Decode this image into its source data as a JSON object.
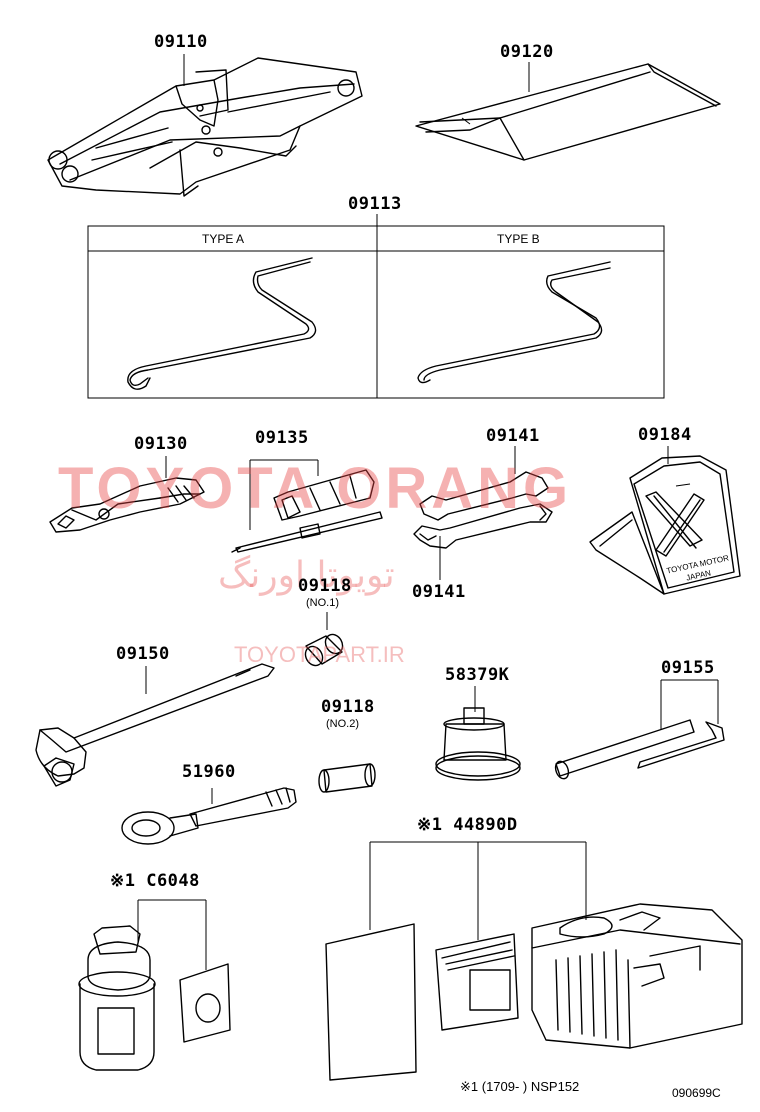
{
  "diagram": {
    "labels": {
      "p09110": "09110",
      "p09120": "09120",
      "p09113": "09113",
      "p09130": "09130",
      "p09135": "09135",
      "p09141a": "09141",
      "p09141b": "09141",
      "p09184": "09184",
      "p09118a": "09118",
      "p09118b": "09118",
      "p09150": "09150",
      "p58379K": "58379K",
      "p09155": "09155",
      "p51960": "51960",
      "pC6048": "※1 C6048",
      "p44890D": "※1 44890D"
    },
    "sublabels": {
      "no1": "(NO.1)",
      "no2": "(NO.2)"
    },
    "table": {
      "type_a": "TYPE A",
      "type_b": "TYPE B"
    },
    "plate_text": {
      "line1": "TOYOTA MOTOR",
      "line2": "JAPAN"
    },
    "footnote": "※1 (1709-        ) NSP152",
    "code": "090699C"
  },
  "watermark": {
    "brand": "TOYOTA ORANG",
    "persian": "تویوتا اورنگ",
    "site": "TOYOTAPART.IR",
    "color": "#e84646"
  }
}
